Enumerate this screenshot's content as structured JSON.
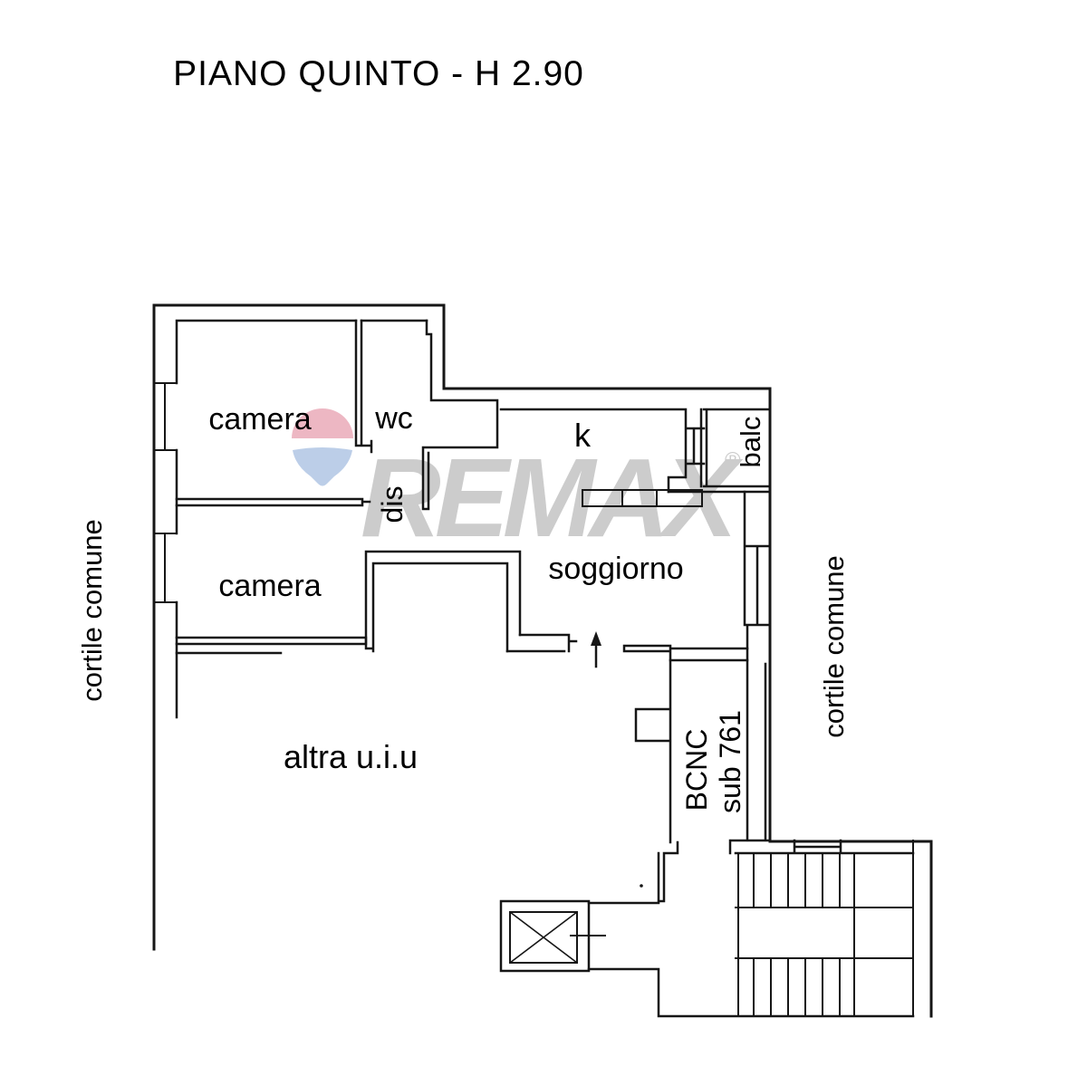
{
  "title": "PIANO QUINTO - H 2.90",
  "rooms": {
    "camera1": "camera",
    "camera2": "camera",
    "wc": "wc",
    "dis": "dis",
    "kitchen": "k",
    "balcony": "balc",
    "soggiorno": "soggiorno",
    "altra_unit": "altra u.i.u",
    "bcnc_line1": "BCNC",
    "bcnc_line2": "sub 761"
  },
  "site": {
    "cortile_left": "cortile comune",
    "cortile_right": "cortile comune"
  },
  "watermark": {
    "brand": "REMAX",
    "registered": "®"
  },
  "colors": {
    "line": "#161616",
    "watermark_text": "#cccccc",
    "balloon_top": "#edb7c3",
    "balloon_bottom": "#bccee8"
  }
}
